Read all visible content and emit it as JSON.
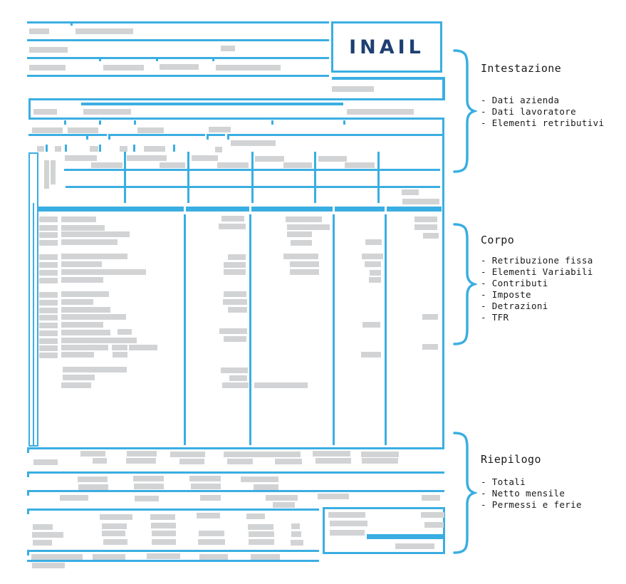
{
  "logo": {
    "text": "INAIL"
  },
  "colors": {
    "accent": "#3aaee2",
    "placeholder": "#d2d3d5",
    "logo": "#1e3f72",
    "text": "#1a1a1a"
  },
  "sections": [
    {
      "title": "Intestazione",
      "items": [
        "- Dati azienda",
        "- Dati lavoratore",
        "- Elementi retributivi"
      ]
    },
    {
      "title": "Corpo",
      "items": [
        "- Retribuzione fissa",
        "- Elementi Variabili",
        "- Contributi",
        "- Imposte",
        "- Detrazioni",
        "- TFR"
      ]
    },
    {
      "title": "Riepilogo",
      "items": [
        "- Totali",
        "- Netto mensile",
        "- Permessi e ferie"
      ]
    }
  ]
}
